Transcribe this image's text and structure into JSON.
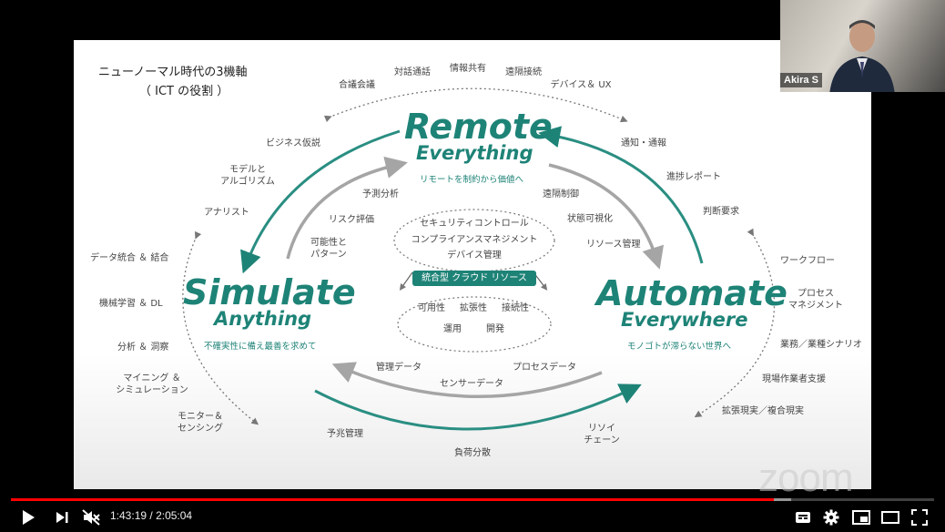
{
  "slide": {
    "title_line1": "ニューノーマル時代の3機軸",
    "title_line2": "（ ICT の役割 ）",
    "remote": {
      "title": "Remote",
      "subtitle": "Everything",
      "caption": "リモートを制約から価値へ"
    },
    "simulate": {
      "title": "Simulate",
      "subtitle": "Anything",
      "caption": "不確実性に備え最善を求めて"
    },
    "automate": {
      "title": "Automate",
      "subtitle": "Everywhere",
      "caption": "モノゴトが滞らない世界へ"
    },
    "top_items": [
      "合議会議",
      "対話通話",
      "情報共有",
      "遠隔接続",
      "デバイス＆ UX"
    ],
    "right_upper_items": [
      "通知・通報",
      "進捗レポート",
      "判断要求"
    ],
    "inner_remote_automate": [
      "遠隔制御",
      "状態可視化",
      "リソース管理"
    ],
    "inner_simulate_remote": [
      "予測分析",
      "リスク評価",
      "可能性と\nパターン"
    ],
    "left_upper_items": [
      "ビジネス仮説",
      "モデルと\nアルゴリズム",
      "アナリスト"
    ],
    "left_items": [
      "データ統合 ＆ 結合",
      "機械学習 ＆ DL",
      "分析 ＆ 洞察",
      "マイニング ＆\nシミュレーション",
      "モニター＆\nセンシング"
    ],
    "right_items": [
      "ワークフロー",
      "プロセス\nマネジメント",
      "業務／業種シナリオ",
      "現場作業者支援",
      "拡張現実／複合現実"
    ],
    "center_top": [
      "セキュリティコントロール",
      "コンプライアンスマネジメント",
      "デバイス管理"
    ],
    "cloud_label": "統合型 クラウド リソース",
    "center_bottom_row1": [
      "可用性",
      "拡張性",
      "接続性"
    ],
    "center_bottom_row2": [
      "運用",
      "開発"
    ],
    "lower_inner": [
      "管理データ",
      "センサーデータ",
      "プロセスデータ"
    ],
    "lower_outer": [
      "予兆管理",
      "負荷分散",
      "リソイ\nチェーン"
    ]
  },
  "webcam": {
    "name": "Akira S"
  },
  "watermark": "zoom",
  "player": {
    "current_time": "1:43:19",
    "duration": "2:05:04",
    "time_separator": " / ",
    "played_fraction": 0.826,
    "loaded_fraction": 0.845,
    "accent": "#ff0000"
  }
}
